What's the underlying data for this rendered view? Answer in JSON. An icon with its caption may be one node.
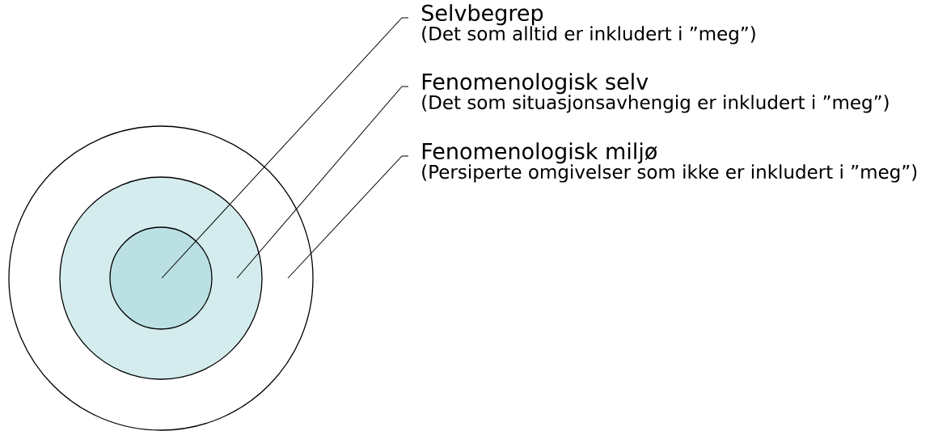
{
  "diagram": {
    "nodes": [
      {
        "text": [
          "Selvbegrep",
          "(Det som alltid er inkludert i ”meg”)"
        ]
      },
      {
        "text": [
          "Fenomenologisk selv",
          "(Det som situasjonsavhengig er inkludert i ”meg”)"
        ]
      },
      {
        "text": [
          "Fenomenologisk miljø",
          "(Persiperte omgivelser som ikke er inkludert i ”meg”)"
        ]
      },
      {
        "text": [],
        "shape": "circle"
      },
      {
        "text": [],
        "shape": "circle",
        "in": 3
      },
      {
        "text": [],
        "shape": "circle",
        "in": 4
      }
    ],
    "edges": [
      {
        "from": 0,
        "to": 5,
        "arrow": "none"
      },
      {
        "from": 1,
        "to": 4,
        "arrow": "none"
      },
      {
        "from": 2,
        "to": 3,
        "arrow": "none"
      }
    ]
  }
}
